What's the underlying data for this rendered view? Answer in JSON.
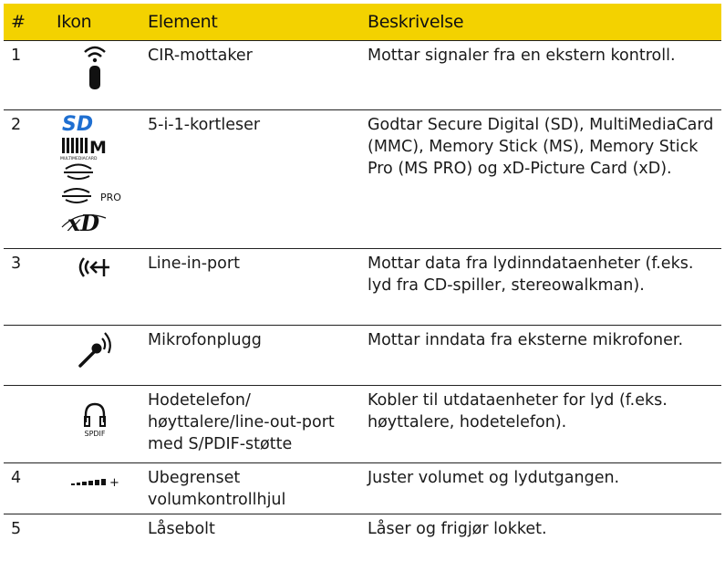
{
  "headers": [
    "#",
    "Ikon",
    "Element",
    "Beskrivelse"
  ],
  "rows": [
    {
      "num": "1",
      "element": "CIR-mottaker",
      "desc": "Mottar signaler fra en ekstern kontroll.",
      "icon": "remote-receiver-icon"
    },
    {
      "num": "2",
      "element": "5-i-1-kortleser",
      "desc": "Godtar Secure Digital (SD), MultiMediaCard (MMC), Memory Stick (MS), Memory Stick Pro (MS PRO) og xD-Picture Card (xD).",
      "icon": "card-reader-logos-icon"
    },
    {
      "num": "3",
      "element": "Line-in-port",
      "desc": "Mottar data fra lydinndataenheter (f.eks. lyd fra CD-spiller, stereowalkman).",
      "icon": "line-in-icon"
    },
    {
      "num": "",
      "element": "Mikrofonplugg",
      "desc": "Mottar inndata fra eksterne mikrofoner.",
      "icon": "microphone-icon"
    },
    {
      "num": "",
      "element": "Hodetelefon/ høyttalere/line-out-port med S/PDIF-støtte",
      "desc": "Kobler til utdataenheter for lyd (f.eks. høyttalere, hodetelefon).",
      "icon": "headphone-spdif-icon"
    },
    {
      "num": "4",
      "element": "Ubegrenset volumkontrollhjul",
      "desc": "Juster volumet og lydutgangen.",
      "icon": "volume-wheel-icon"
    },
    {
      "num": "5",
      "element": "Låsebolt",
      "desc": "Låser og frigjør lokket.",
      "icon": ""
    }
  ],
  "logo_text": {
    "sd": "SD",
    "mmc": "MULTIMEDIACARD",
    "ms_pro": "PRO",
    "xd": "xD",
    "spdif": "SPDIF",
    "plus": "+"
  }
}
